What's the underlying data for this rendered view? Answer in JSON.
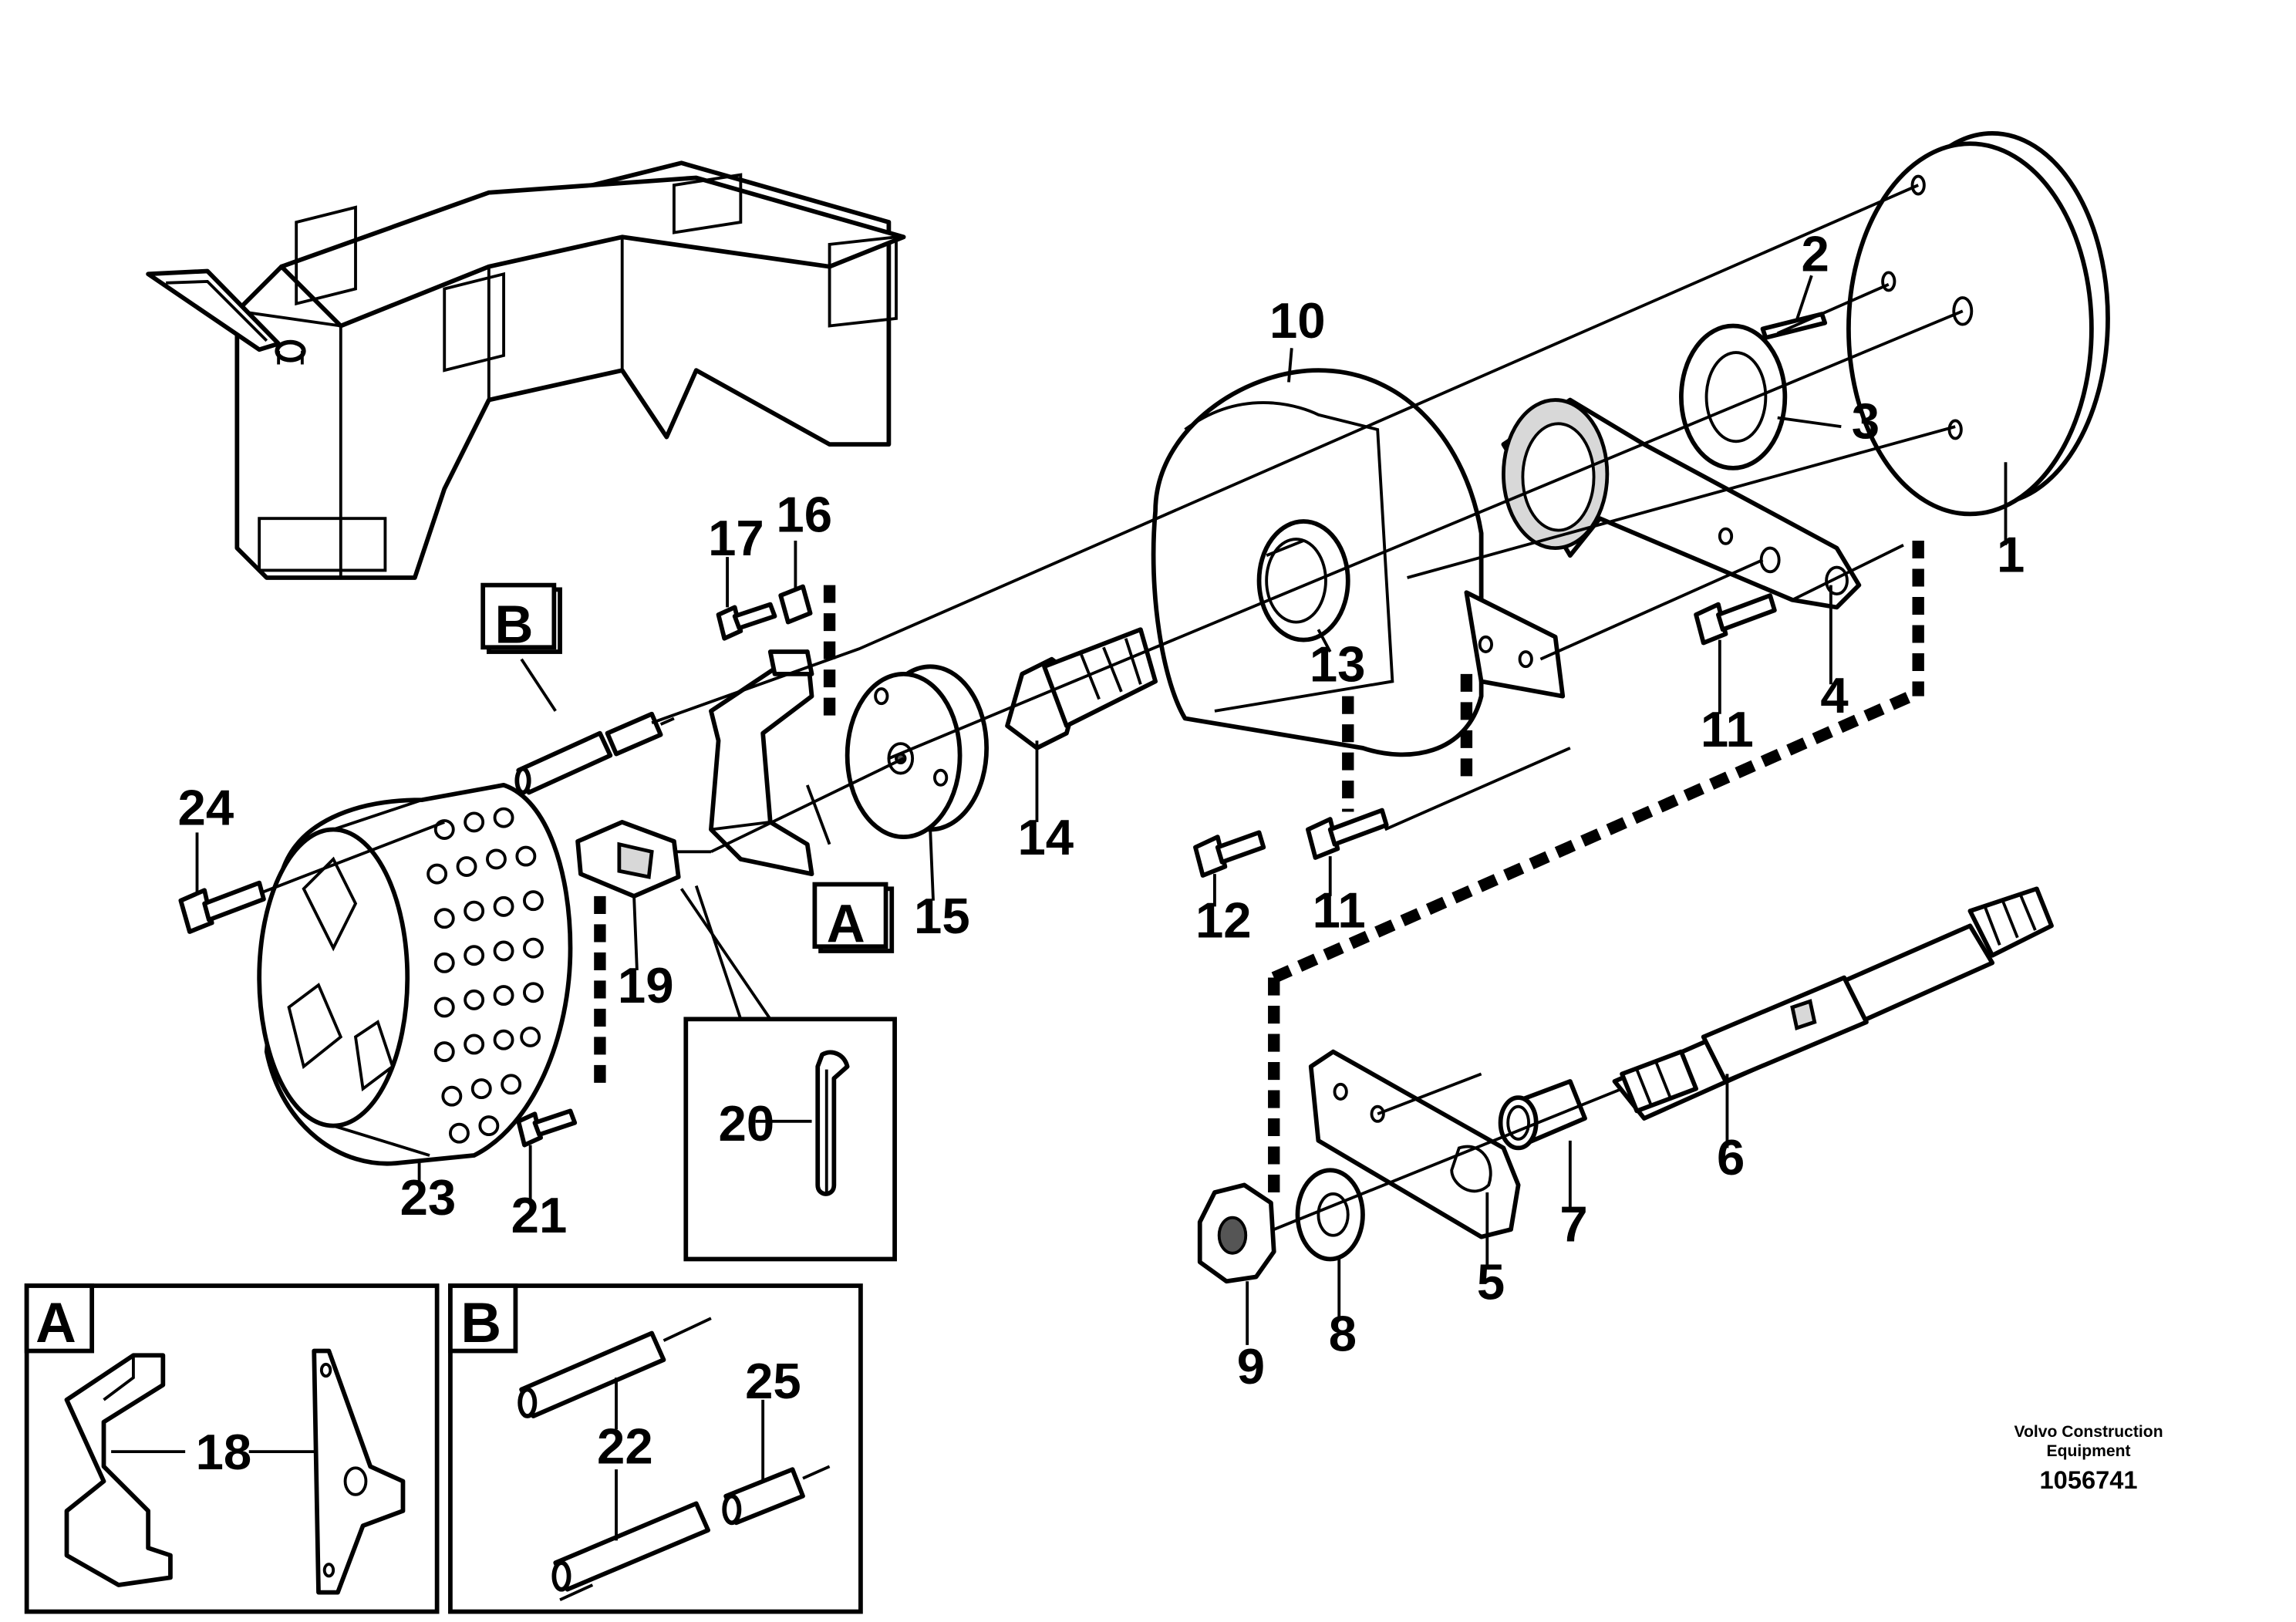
{
  "labels": {
    "p1": "1",
    "p2": "2",
    "p3": "3",
    "p4": "4",
    "p5": "5",
    "p6": "6",
    "p7": "7",
    "p8": "8",
    "p9": "9",
    "p10": "10",
    "p11a": "11",
    "p11b": "11",
    "p12": "12",
    "p13": "13",
    "p14": "14",
    "p15": "15",
    "p16": "16",
    "p17": "17",
    "p18": "18",
    "p19": "19",
    "p20": "20",
    "p21": "21",
    "p22": "22",
    "p23": "23",
    "p24": "24",
    "p25": "25"
  },
  "callouts": {
    "a_main": "A",
    "b_main": "B",
    "a_detail": "A",
    "b_detail": "B"
  },
  "footer": {
    "brand_line1": "Volvo Construction",
    "brand_line2": "Equipment",
    "doc_number": "1056741"
  }
}
